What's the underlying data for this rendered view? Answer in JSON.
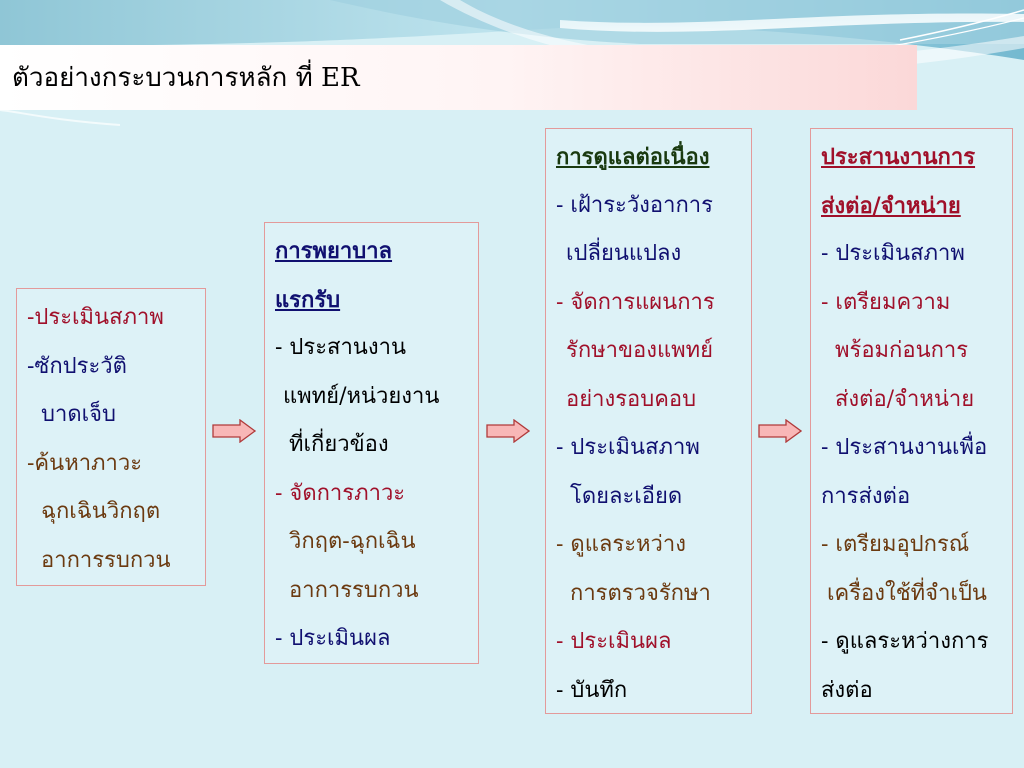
{
  "title": "ตัวอย่างกระบวนการหลัก ที่ ER",
  "colors": {
    "navy": "#101070",
    "maroon": "#a0102a",
    "brown": "#6b3a10",
    "black": "#000000",
    "arrow_fill": "#f8b7b7",
    "arrow_stroke": "#b03a3a"
  },
  "box1": {
    "items": [
      "-ประเมินสภาพ",
      "-ซักประวัติ",
      "บาดเจ็บ",
      "-ค้นหาภาวะ",
      "ฉุกเฉินวิกฤต",
      "อาการรบกวน"
    ]
  },
  "box2": {
    "heading": [
      "การพยาบาล",
      "แรกรับ"
    ],
    "items": [
      "- ประสานงาน",
      "แพทย์/หน่วยงาน",
      "ที่เกี่ยวข้อง",
      "- จัดการภาวะ",
      "วิกฤต-ฉุกเฉิน",
      "อาการรบกวน",
      "- ประเมินผล"
    ]
  },
  "box3": {
    "heading": [
      "การดูแลต่อเนื่อง"
    ],
    "items": [
      "- เฝ้าระวังอาการ",
      "เปลี่ยนแปลง",
      "- จัดการแผนการ",
      "รักษาของแพทย์",
      "อย่างรอบคอบ",
      "- ประเมินสภาพ",
      "โดยละเอียด",
      "- ดูแลระหว่าง",
      "การตรวจรักษา",
      "- ประเมินผล",
      "- บันทึก"
    ]
  },
  "box4": {
    "heading": [
      "ประสานงานการ",
      "ส่งต่อ/จำหน่าย"
    ],
    "items": [
      "- ประเมินสภาพ",
      "- เตรียมความ",
      "พร้อมก่อนการ",
      "ส่งต่อ/จำหน่าย",
      "- ประสานงานเพื่อ",
      "การส่งต่อ",
      "- เตรียมอุปกรณ์",
      "เครื่องใช้ที่จำเป็น",
      "- ดูแลระหว่างการ",
      "ส่งต่อ"
    ]
  }
}
